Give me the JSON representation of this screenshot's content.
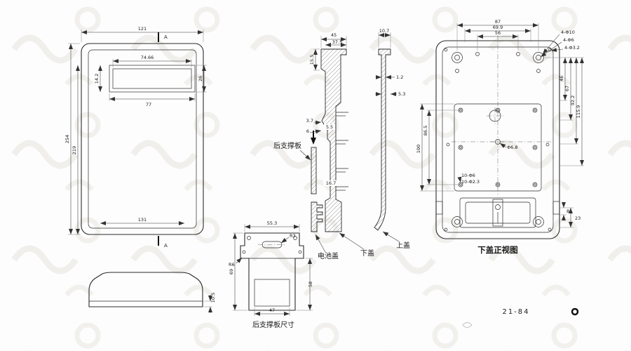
{
  "drawing": {
    "part_number": "21-84",
    "section_marker": "A"
  },
  "front_view": {
    "dims": {
      "width": "121",
      "window_inner_width": "74.66",
      "window_width": "77",
      "height": "254",
      "inner_height": "219",
      "window_offset": "14.2",
      "window_height": "26",
      "bottom_width": "131"
    }
  },
  "cover_profile": {
    "dims": {
      "lip_height": "10.5"
    }
  },
  "section_views": {
    "dims": {
      "depth": "45",
      "inner_depth": "37.5",
      "top_cover_depth": "10.7",
      "step1": "15.5",
      "wall1": "1.2",
      "step2": "5.3",
      "rib1": "3.7",
      "gap": "6",
      "rib2": "5.5",
      "bottom_step": "16.7"
    },
    "labels": {
      "rear_support_plate": "后支撑板",
      "battery_cover": "电池盖",
      "lower_cover": "下盖",
      "upper_cover": "上盖"
    }
  },
  "support_plate_view": {
    "title": "后支撑板尺寸",
    "dims": {
      "top_width": "55.3",
      "radius1": "R3",
      "radius2": "R6",
      "bottom_width": "47",
      "right_height": "58",
      "left_height": "69"
    }
  },
  "lower_cover_view": {
    "title": "下盖正视图",
    "dims": {
      "hole_span": "87",
      "mid_span": "69.9",
      "inner_span": "56",
      "corner_holes_outer": "4-Φ10",
      "corner_holes_mid": "4-Φ6",
      "corner_holes_small": "4-Φ3.2",
      "center_hole": "Φ6.8",
      "bay_holes_outer": "10-Φ6",
      "bay_holes_inner": "10-Φ2.3",
      "right1": "46",
      "right2": "67",
      "right3": "92.2",
      "right4": "115.9",
      "left1": "86.5",
      "left2": "100",
      "bottom1": "8",
      "bottom2": "23"
    }
  }
}
